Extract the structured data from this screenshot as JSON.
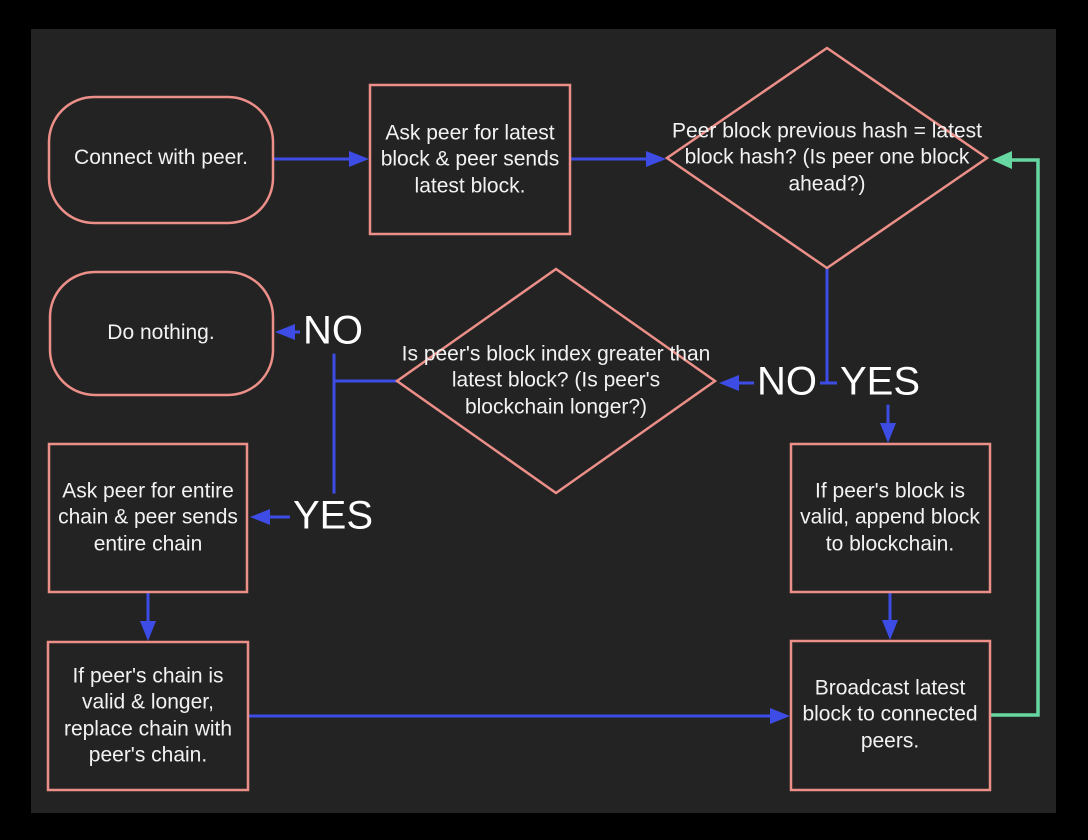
{
  "title": "Blockchain peer synchronization flowchart",
  "colors": {
    "canvas_background": "#232323",
    "frame_background": "#000000",
    "shape_stroke": "#ec8f88",
    "edge_blue": "#3c4ce4",
    "edge_green": "#67d7a1",
    "node_text": "#f2f2f2",
    "edge_label_text": "#ffffff"
  },
  "nodes": {
    "connect": {
      "shape": "stadium",
      "label": "Connect with peer."
    },
    "ask_latest": {
      "shape": "rectangle",
      "label": "Ask peer for latest block & peer sends latest block."
    },
    "hash_check": {
      "shape": "diamond",
      "label": "Peer block previous hash = latest block hash? (Is peer one block ahead?)"
    },
    "do_nothing": {
      "shape": "stadium",
      "label": "Do nothing."
    },
    "index_check": {
      "shape": "diamond",
      "label": "Is peer's block index greater than latest block? (Is peer's blockchain longer?)"
    },
    "ask_chain": {
      "shape": "rectangle",
      "label": "Ask peer for entire chain & peer sends entire chain"
    },
    "replace_chain": {
      "shape": "rectangle",
      "label": "If peer's chain is valid & longer, replace chain with peer's chain."
    },
    "append_block": {
      "shape": "rectangle",
      "label": "If peer's block is valid, append block to blockchain."
    },
    "broadcast": {
      "shape": "rectangle",
      "label": "Broadcast latest block to connected peers."
    }
  },
  "edge_labels": {
    "hash_no": "NO",
    "hash_yes": "YES",
    "index_no": "NO",
    "index_yes": "YES"
  },
  "edges": [
    {
      "from": "connect",
      "to": "ask_latest",
      "color": "blue",
      "label": ""
    },
    {
      "from": "ask_latest",
      "to": "hash_check",
      "color": "blue",
      "label": ""
    },
    {
      "from": "hash_check",
      "to": "index_check",
      "color": "blue",
      "label": "NO"
    },
    {
      "from": "hash_check",
      "to": "append_block",
      "color": "blue",
      "label": "YES"
    },
    {
      "from": "index_check",
      "to": "do_nothing",
      "color": "blue",
      "label": "NO"
    },
    {
      "from": "index_check",
      "to": "ask_chain",
      "color": "blue",
      "label": "YES"
    },
    {
      "from": "ask_chain",
      "to": "replace_chain",
      "color": "blue",
      "label": ""
    },
    {
      "from": "append_block",
      "to": "broadcast",
      "color": "blue",
      "label": ""
    },
    {
      "from": "replace_chain",
      "to": "broadcast",
      "color": "blue",
      "label": ""
    },
    {
      "from": "broadcast",
      "to": "hash_check",
      "color": "green",
      "label": ""
    }
  ]
}
